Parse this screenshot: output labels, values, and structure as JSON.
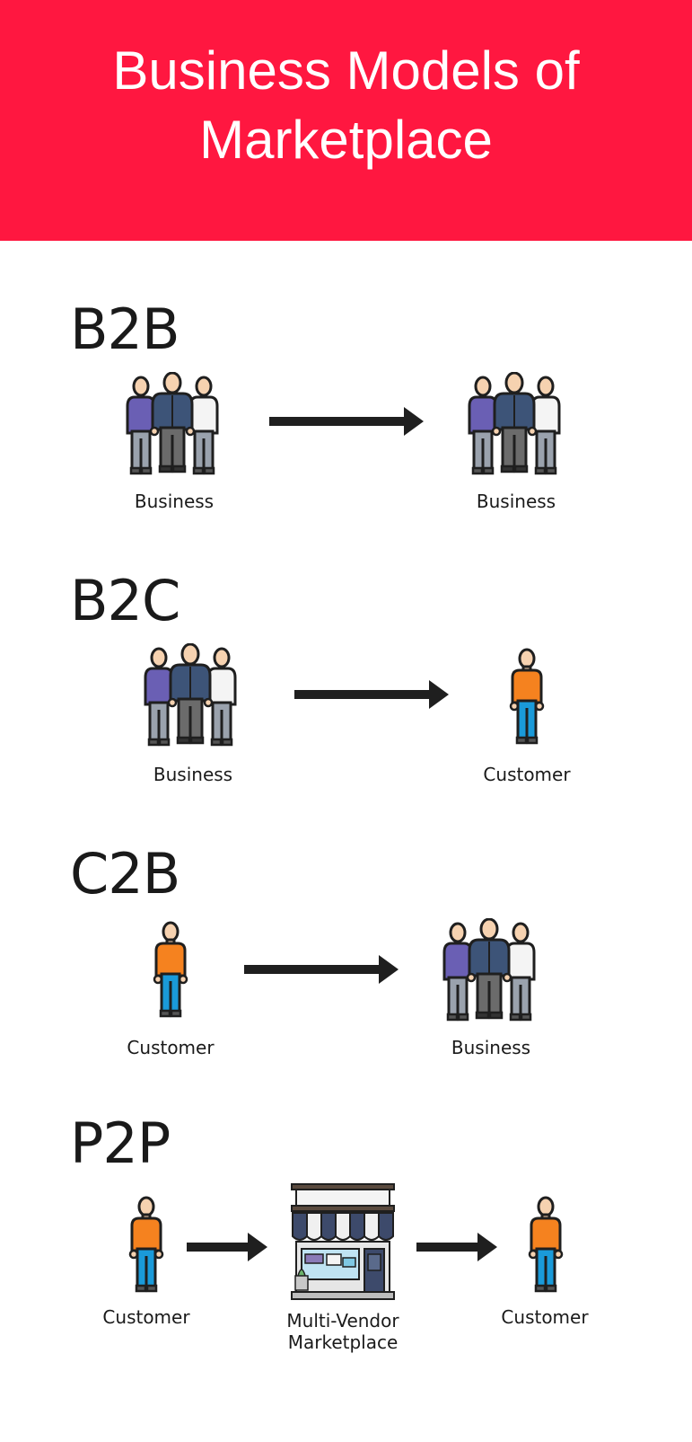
{
  "header": {
    "title_line1": "Business Models of",
    "title_line2": "Marketplace",
    "background": "#ff1740"
  },
  "models": [
    {
      "name": "B2B",
      "from_label": "Business",
      "to_label": "Business"
    },
    {
      "name": "B2C",
      "from_label": "Business",
      "to_label": "Customer"
    },
    {
      "name": "C2B",
      "from_label": "Customer",
      "to_label": "Business"
    },
    {
      "name": "P2P",
      "from_label": "Customer",
      "middle_label_line1": "Multi-Vendor",
      "middle_label_line2": "Marketplace",
      "to_label": "Customer"
    }
  ],
  "icons": {
    "group": "business-group-icon",
    "person": "customer-person-icon",
    "store": "storefront-icon"
  },
  "colors": {
    "purple_shirt": "#6a5fb4",
    "navy_shirt": "#3d5478",
    "white_shirt": "#f4f4f4",
    "orange_shirt": "#f5821f",
    "blue_pants": "#1a9ad9",
    "grey_pants": "#9aa2ad",
    "skin": "#f6d2b0",
    "arrow": "#1f1f1f",
    "awning_navy": "#3d4a6b",
    "awning_white": "#f0f0f0"
  }
}
